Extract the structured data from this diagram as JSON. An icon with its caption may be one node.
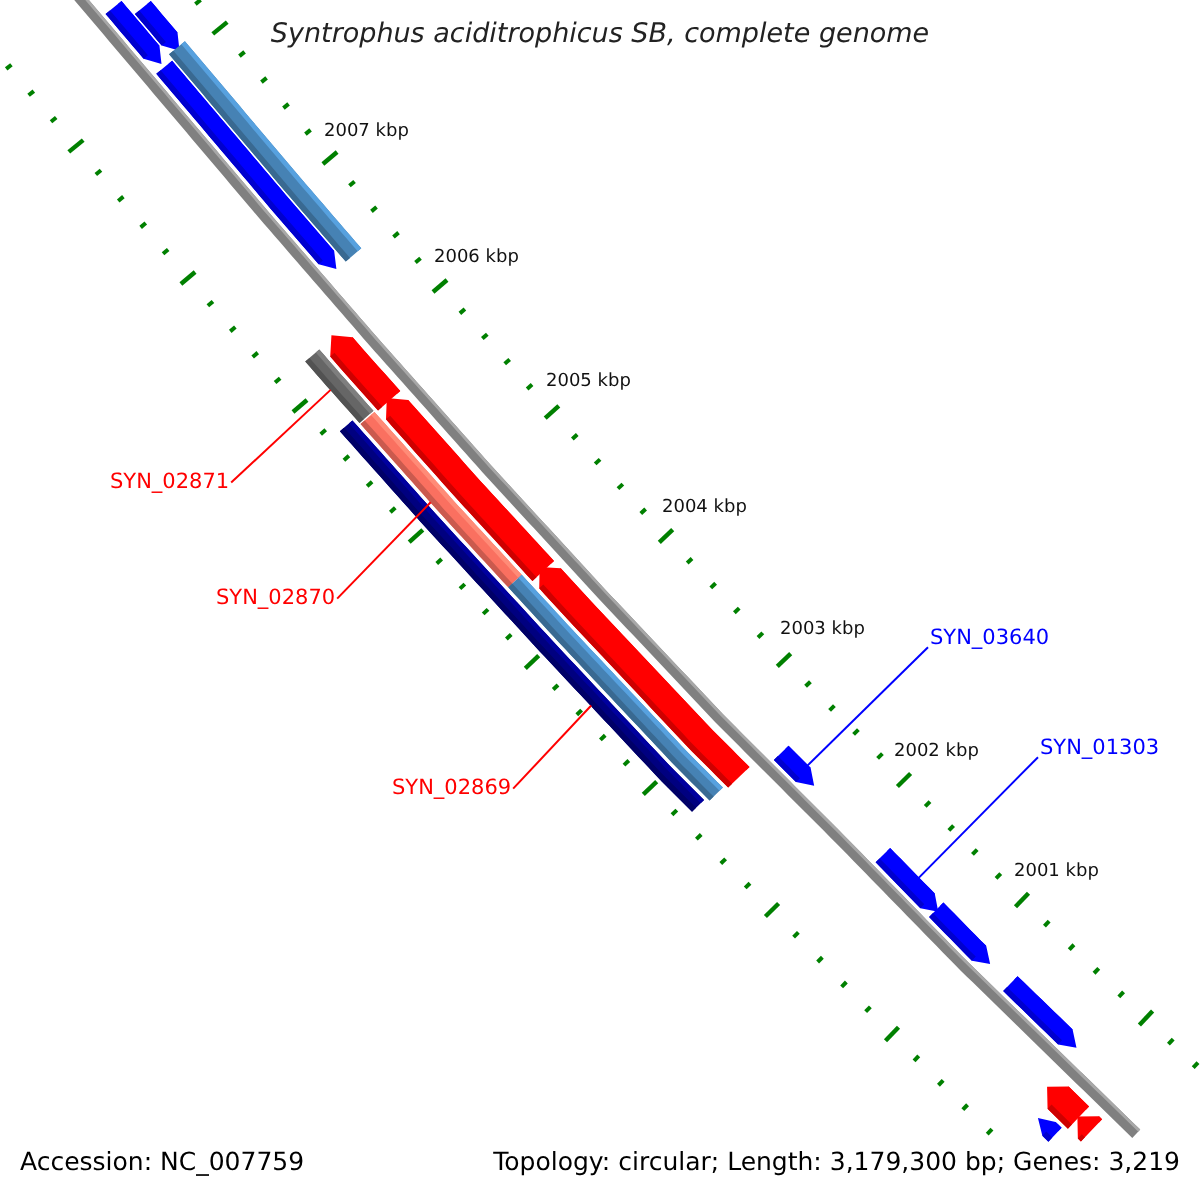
{
  "diagram": {
    "title": "Syntrophus aciditrophicus SB, complete genome",
    "nodes": [
      {
        "text": [
          "SYN_02871"
        ]
      },
      {
        "text": [
          "SYN_02870"
        ]
      },
      {
        "text": [
          "SYN_02869"
        ]
      },
      {
        "text": [
          "SYN_03640"
        ]
      },
      {
        "text": [
          "SYN_01303"
        ]
      },
      {
        "text": [],
        "shape": "pentagon"
      },
      {
        "text": [],
        "shape": "pentagon"
      },
      {
        "text": [],
        "shape": "bar"
      },
      {
        "text": [],
        "shape": "pentagon"
      },
      {
        "text": [],
        "shape": "pentagon"
      },
      {
        "text": [],
        "shape": "bar"
      },
      {
        "text": [],
        "shape": "pentagon"
      },
      {
        "text": [],
        "shape": "bar"
      },
      {
        "text": [],
        "shape": "bar"
      },
      {
        "text": [],
        "shape": "pentagon"
      },
      {
        "text": [],
        "shape": "bar"
      },
      {
        "text": [],
        "shape": "pentagon"
      },
      {
        "text": [],
        "shape": "pentagon"
      },
      {
        "text": [],
        "shape": "pentagon"
      },
      {
        "text": [],
        "shape": "pentagon"
      },
      {
        "text": [],
        "shape": "pentagon"
      },
      {
        "text": [],
        "shape": "pentagon"
      },
      {
        "text": [],
        "shape": "pentagon"
      }
    ],
    "edges": [
      {
        "from": 0,
        "to": 10,
        "arrow": "none"
      },
      {
        "from": 1,
        "to": 13,
        "arrow": "none"
      },
      {
        "from": 2,
        "to": 12,
        "arrow": "none"
      },
      {
        "from": 3,
        "to": 16,
        "arrow": "none",
        "color": "#0000ff"
      },
      {
        "from": 4,
        "to": 17,
        "arrow": "none",
        "color": "#0000ff"
      }
    ],
    "labels": [
      "2007 kbp",
      "2006 kbp",
      "2005 kbp",
      "2004 kbp",
      "2003 kbp",
      "2002 kbp",
      "2001 kbp",
      "Accession: NC_007759",
      "Topology: circular; Length: 3,179,300 bp; Genes: 3,219"
    ]
  }
}
